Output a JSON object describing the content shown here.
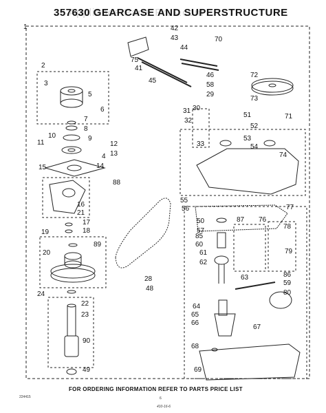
{
  "title": "357630 GEARCASE AND SUPERSTRUCTURE",
  "watermark": "Appliance Parts Pros.com",
  "footer": "FOR ORDERING INFORMATION REFER TO PARTS PRICE LIST",
  "figure_code": "224415",
  "page_mark": "6",
  "handwritten_note": "410-16-6",
  "callouts": [
    "1",
    "2",
    "3",
    "4",
    "5",
    "6",
    "7",
    "8",
    "9",
    "10",
    "11",
    "12",
    "13",
    "14",
    "15",
    "16",
    "17",
    "18",
    "19",
    "20",
    "21",
    "22",
    "23",
    "24",
    "28",
    "29",
    "30",
    "31",
    "32",
    "33",
    "41",
    "42",
    "43",
    "44",
    "45",
    "46",
    "48",
    "49",
    "50",
    "51",
    "52",
    "53",
    "54",
    "55",
    "56",
    "57",
    "58",
    "59",
    "60",
    "61",
    "62",
    "63",
    "64",
    "65",
    "66",
    "67",
    "68",
    "69",
    "70",
    "71",
    "72",
    "73",
    "74",
    "75",
    "76",
    "77",
    "78",
    "79",
    "80",
    "85",
    "86",
    "87",
    "88",
    "89",
    "90"
  ]
}
